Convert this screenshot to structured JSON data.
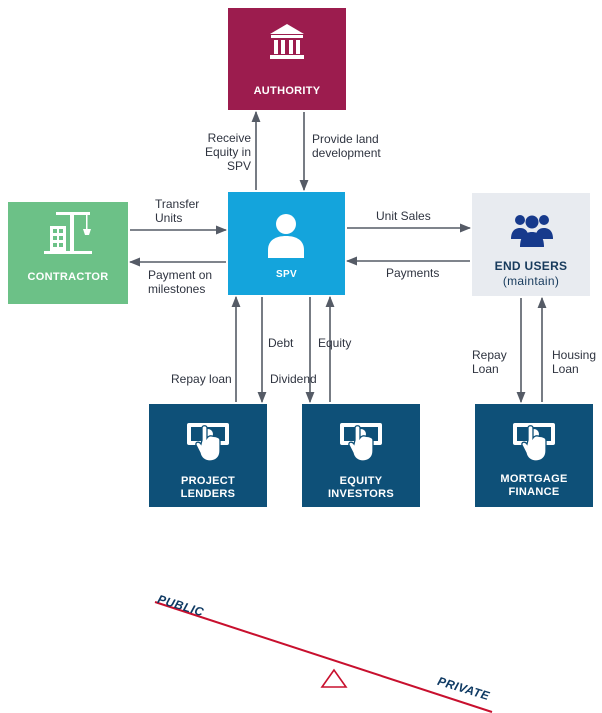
{
  "colors": {
    "authority": "#9c1c4e",
    "contractor": "#6cc187",
    "spv": "#14a4dc",
    "end_users": "#e8ebf0",
    "finance": "#0e5078",
    "arrow": "#555b66",
    "balance_beam": "#c8102e",
    "balance_text": "#0f3a63"
  },
  "nodes": {
    "authority": {
      "label": "AUTHORITY",
      "icon": "building-columns-icon"
    },
    "contractor": {
      "label": "CONTRACTOR",
      "icon": "crane-building-icon"
    },
    "spv": {
      "label": "SPV",
      "icon": "person-icon"
    },
    "end_users": {
      "label": "END USERS",
      "sublabel": "(maintain)",
      "icon": "group-users-icon"
    },
    "project_lenders": {
      "label_line1": "PROJECT",
      "label_line2": "LENDERS",
      "icon": "hand-money-icon"
    },
    "equity_investors": {
      "label_line1": "EQUITY",
      "label_line2": "INVESTORS",
      "icon": "hand-money-icon"
    },
    "mortgage_finance": {
      "label_line1": "MORTGAGE",
      "label_line2": "FINANCE",
      "icon": "hand-money-icon"
    }
  },
  "flows": {
    "receive_equity": [
      "Receive",
      "Equity in",
      "SPV"
    ],
    "provide_land": [
      "Provide land",
      "development"
    ],
    "transfer_units": [
      "Transfer",
      "Units"
    ],
    "payment_milestones": [
      "Payment on",
      "milestones"
    ],
    "unit_sales": "Unit Sales",
    "payments": "Payments",
    "debt": "Debt",
    "repay_loan": "Repay loan",
    "equity": "Equity",
    "dividend": "Dividend",
    "repay_loan_mortgage": [
      "Repay",
      "Loan"
    ],
    "housing_loan": [
      "Housing",
      "Loan"
    ]
  },
  "balance": {
    "public": "PUBLIC",
    "private": "PRIVATE"
  }
}
